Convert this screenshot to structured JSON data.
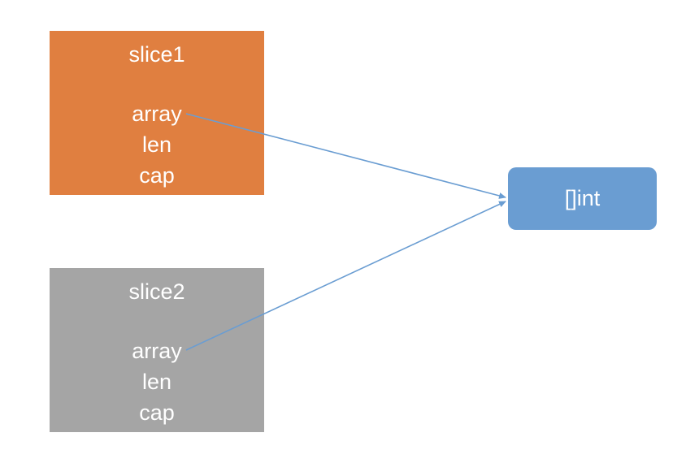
{
  "slices": [
    {
      "title": "slice1",
      "fields": [
        "array",
        "len",
        "cap"
      ],
      "color": "#e07f40"
    },
    {
      "title": "slice2",
      "fields": [
        "array",
        "len",
        "cap"
      ],
      "color": "#a5a5a5"
    }
  ],
  "target": {
    "label": "[]int",
    "color": "#6a9dd2"
  },
  "connector_color": "#6a9dd2"
}
